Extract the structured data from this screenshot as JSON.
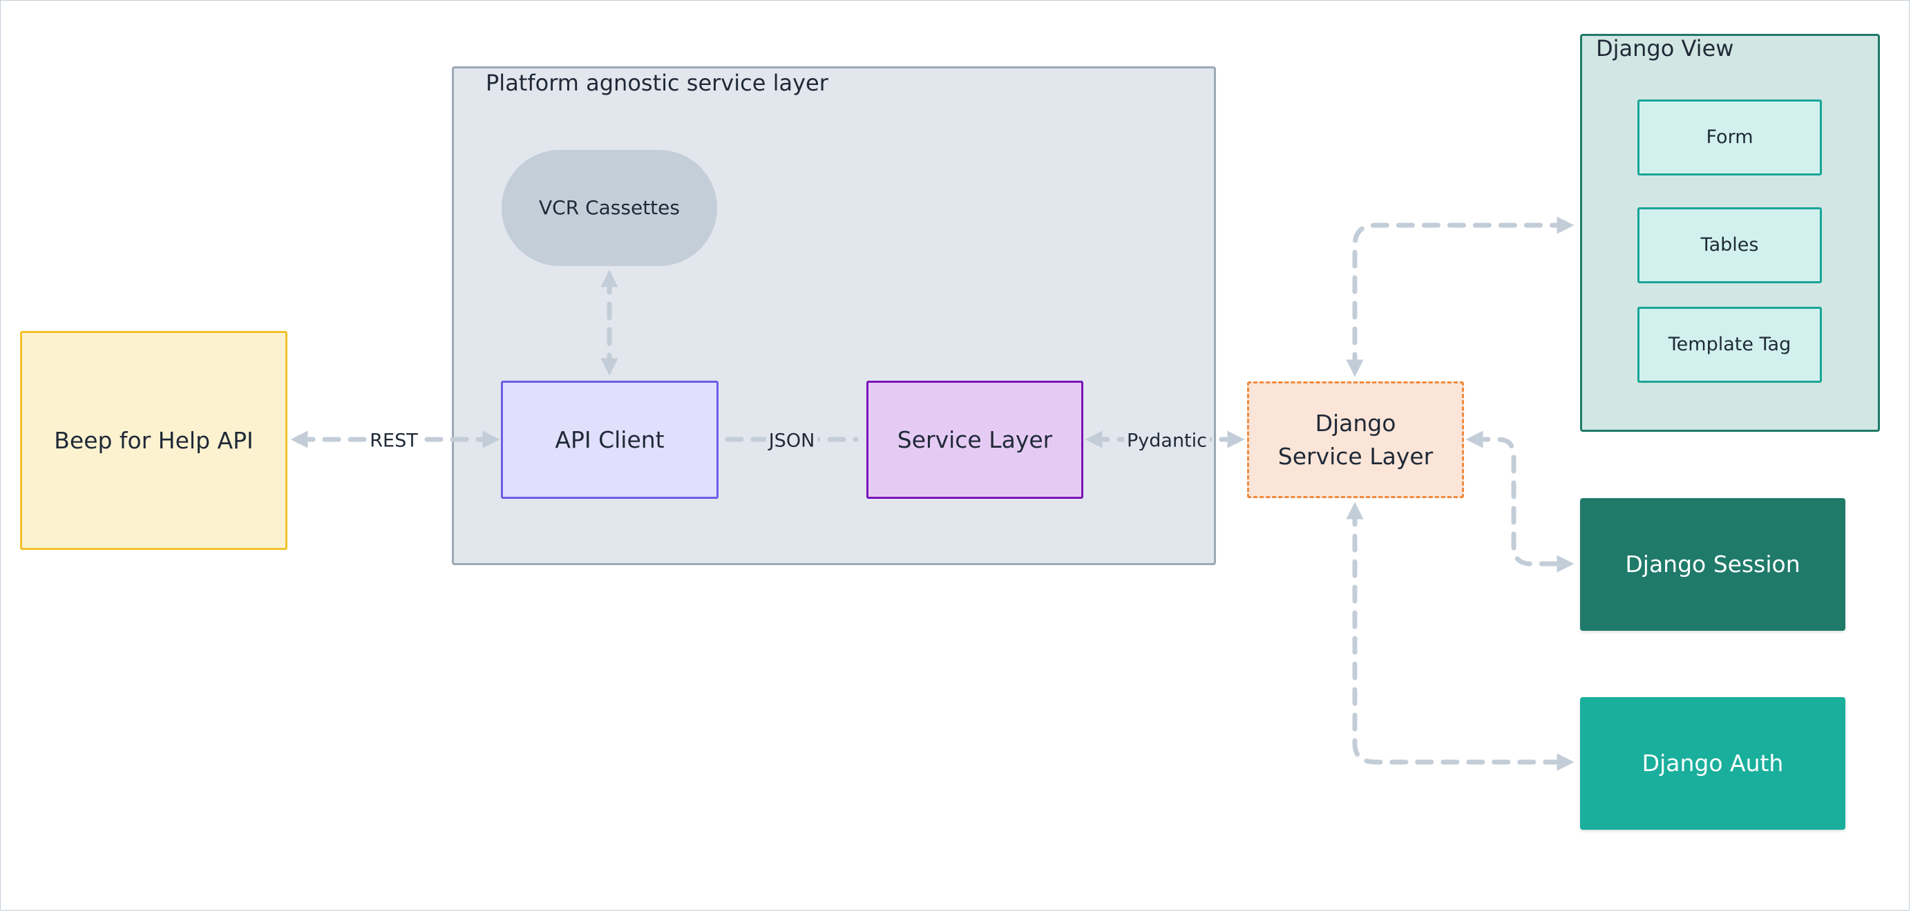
{
  "groups": {
    "platform": {
      "title": "Platform agnostic service layer"
    },
    "django_view": {
      "title": "Django View"
    }
  },
  "nodes": {
    "beep_api": "Beep for Help API",
    "vcr": "VCR Cassettes",
    "api_client": "API Client",
    "service_layer": "Service Layer",
    "django_service_layer": "Django Service Layer",
    "form": "Form",
    "tables": "Tables",
    "template_tag": "Template Tag",
    "django_session": "Django Session",
    "django_auth": "Django Auth"
  },
  "edges": {
    "rest": "REST",
    "json": "JSON",
    "pydantic": "Pydantic"
  },
  "colors": {
    "connector": "#c3cdd8",
    "beep_fill": "#fdf2d0",
    "beep_border": "#f2c22b",
    "platform_fill": "#e2e6ed",
    "platform_border": "#9ca8b5",
    "vcr_fill": "#c3ced8",
    "api_client_fill": "#e0dffc",
    "api_client_border": "#6c5ce7",
    "service_fill": "#e5cbf4",
    "service_border": "#7a14b8",
    "django_sl_fill": "#fae5d8",
    "django_sl_border": "#f08a3e",
    "view_fill": "#d2e6e3",
    "view_border": "#1d7a68",
    "leaf_fill": "#d2f1ee",
    "leaf_border": "#17a596",
    "session_fill": "#1f7a6a",
    "auth_fill": "#1aaf9c"
  }
}
